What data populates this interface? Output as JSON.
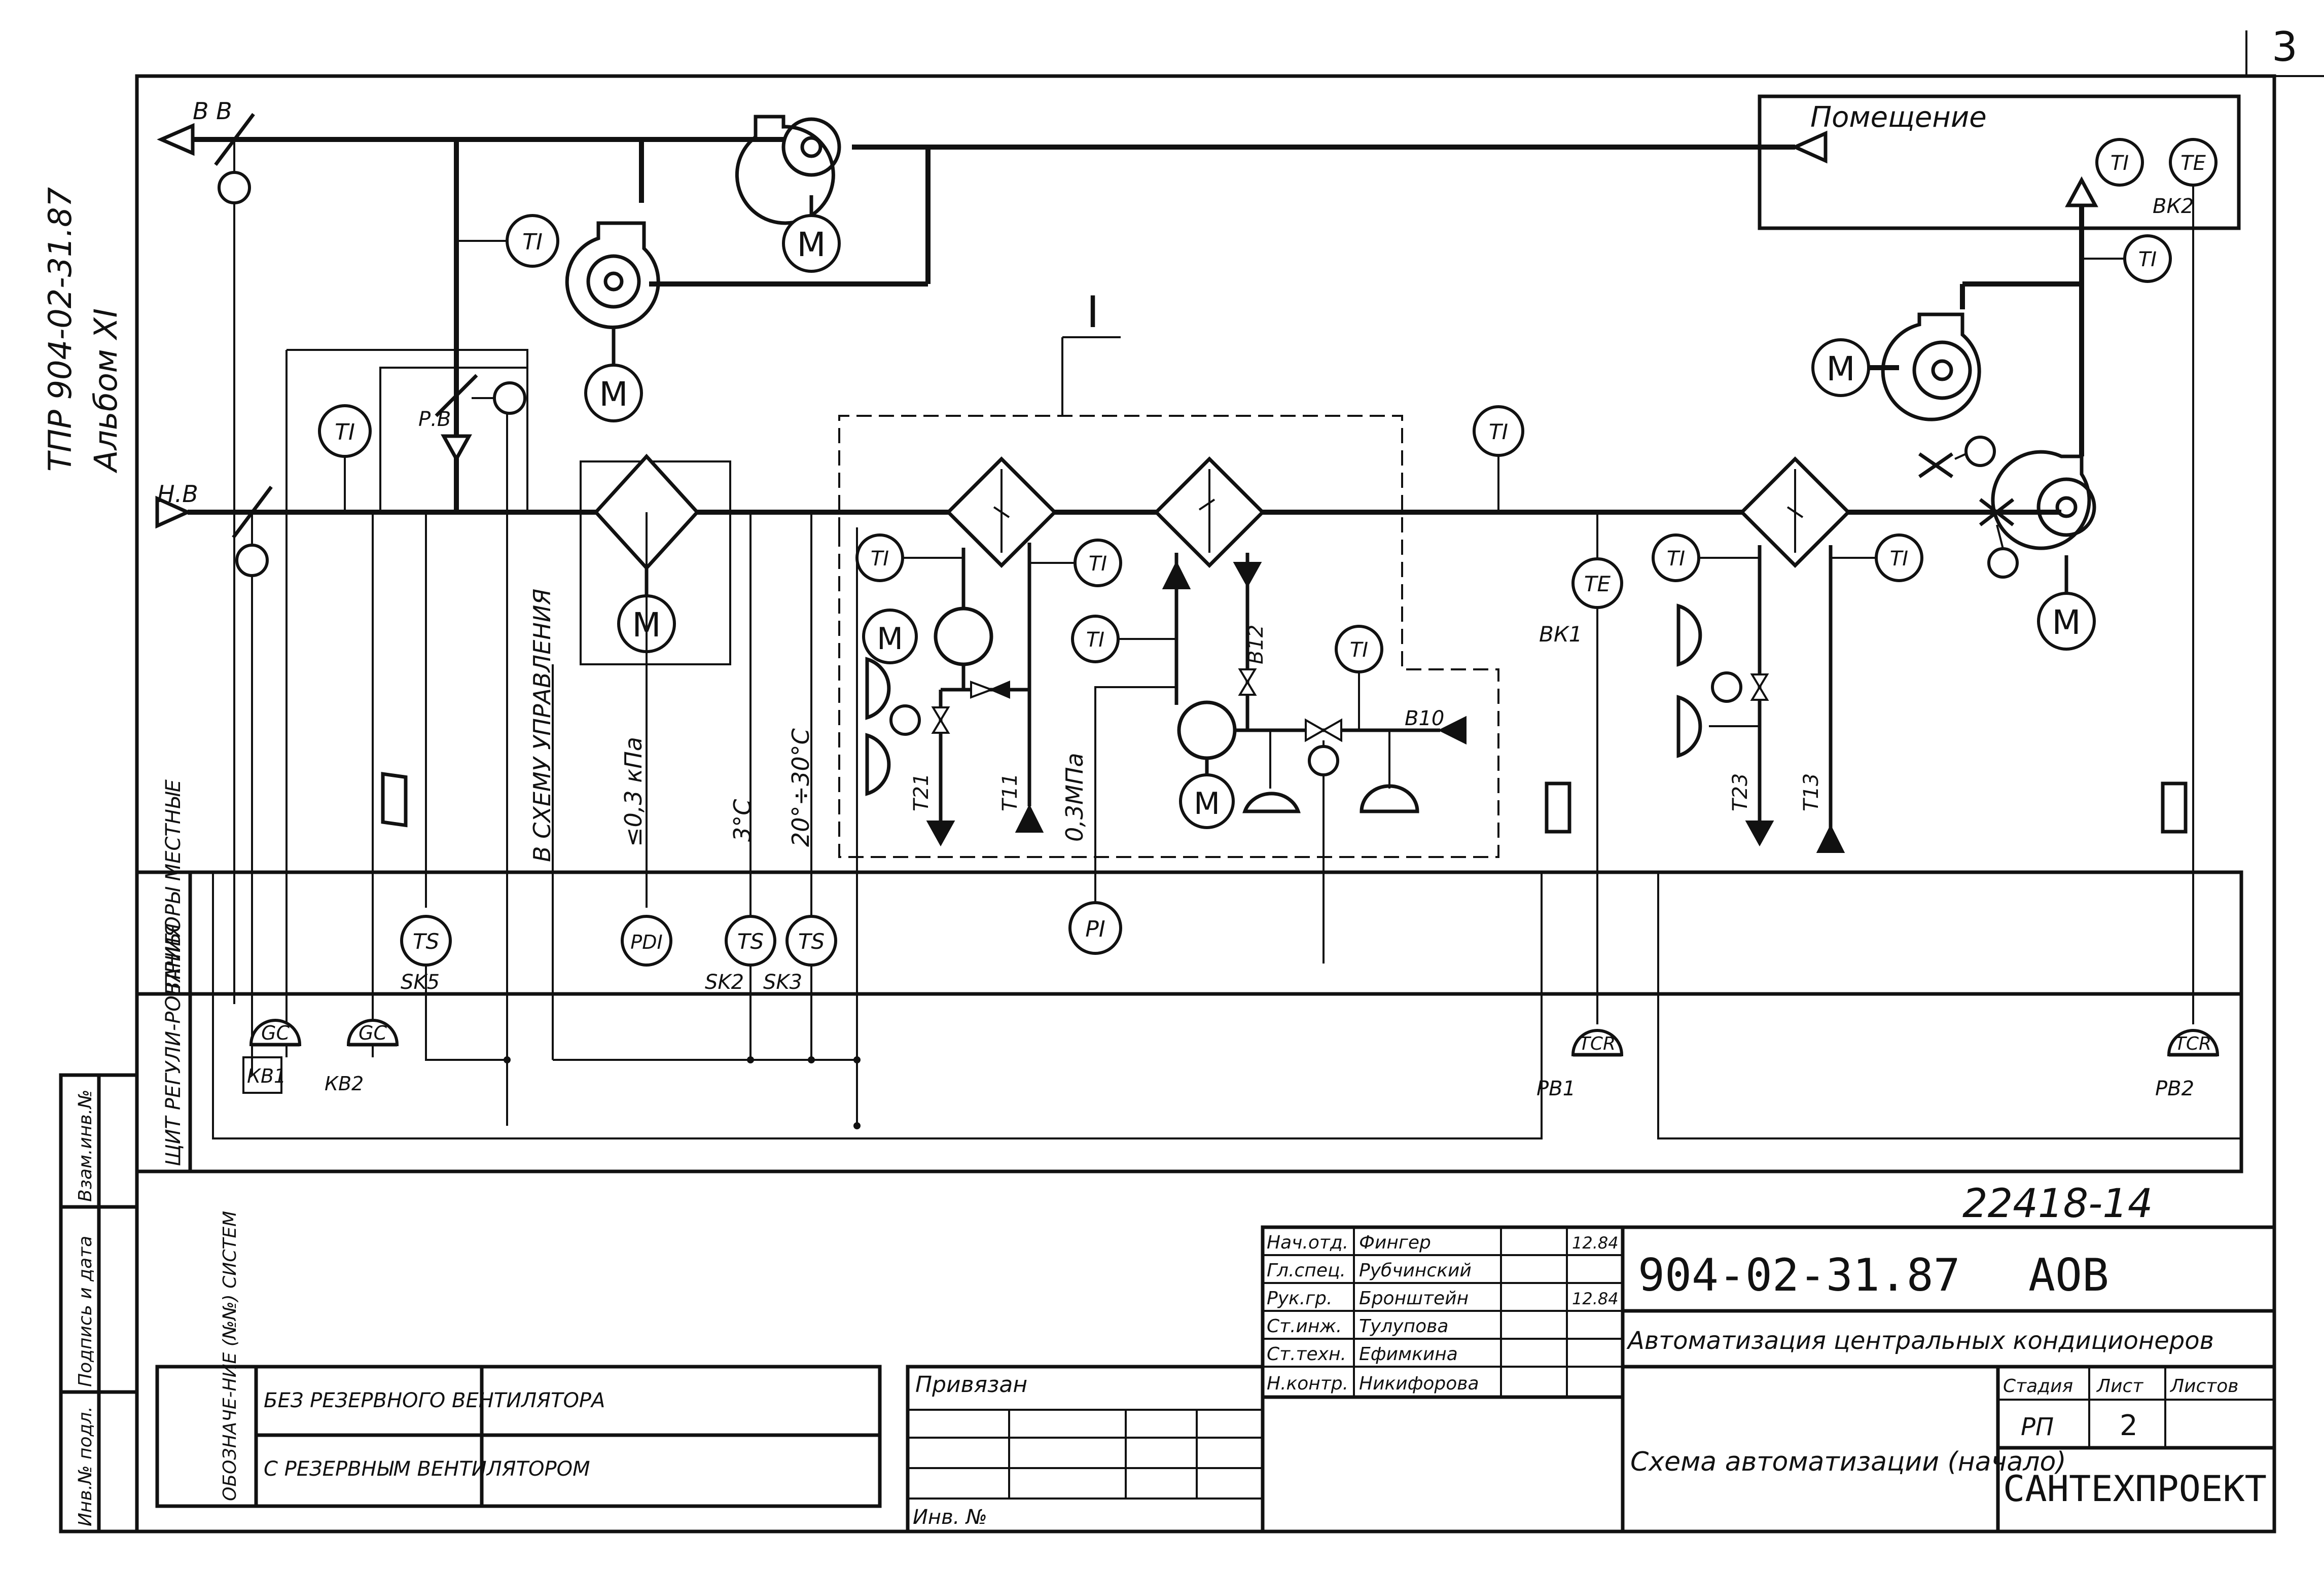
{
  "sheet_corner_number": "3",
  "side_title": {
    "code": "ТПР 904-02-31.87",
    "album": "Альбом XI"
  },
  "air_labels": {
    "exhaust_air": "В В",
    "outside_air": "Н.В",
    "room": "Помещение",
    "recirc_valve": "Р.В"
  },
  "section_mark": "I",
  "instrument_codes": {
    "ti": "ТI",
    "te": "ТЕ",
    "ts": "ТS",
    "pdi": "PDI",
    "pi": "PI",
    "gc": "GC",
    "tcr": "TCR",
    "motor": "М"
  },
  "position_labels": {
    "bk2": "ВК2",
    "bk1": "ВК1",
    "sk5": "SK5",
    "sk2": "SK2",
    "sk3": "SK3",
    "kb1": "КВ1",
    "kb2": "КВ2",
    "pb1": "РВ1",
    "pb2": "РВ2",
    "b10": "В10",
    "b12": "В12",
    "t21": "Т21",
    "t11": "Т11",
    "t23": "Т23",
    "t13": "Т13"
  },
  "vertical_notes": {
    "control_scheme": "В СХЕМУ УПРАВЛЕНИЯ",
    "pressure": "≤0,3 кПа",
    "temp_3": "3°С",
    "temp_range": "20°÷30°С",
    "pressure_mpa": "0,3МПа"
  },
  "row_labels": {
    "local_instruments": "ПРИБОРЫ МЕСТНЫЕ",
    "control_panel": "ЩИТ РЕГУЛИ-РОВАНИЯ"
  },
  "left_stamp": [
    "Инв.№ подл.",
    "Подпись и дата",
    "Взам.инв.№"
  ],
  "systems_table": {
    "header": "ОБОЗНАЧЕ-НИЕ (№№) СИСТЕМ",
    "rows": [
      "БЕЗ РЕЗЕРВНОГО ВЕНТИЛЯТОРА",
      "С РЕЗЕРВНЫМ ВЕНТИЛЯТОРОМ"
    ]
  },
  "binding_table": {
    "title": "Привязан",
    "inv_no": "Инв. №"
  },
  "stamp_number": "22418-14",
  "title_block": {
    "signatures": [
      {
        "role": "Нач.отд.",
        "name": "Фингер",
        "date": "12.84"
      },
      {
        "role": "Гл.спец.",
        "name": "Рубчинский",
        "date": ""
      },
      {
        "role": "Рук.гр.",
        "name": "Бронштейн",
        "date": "12.84"
      },
      {
        "role": "Ст.инж.",
        "name": "Тулупова",
        "date": ""
      },
      {
        "role": "Ст.техн.",
        "name": "Ефимкина",
        "date": ""
      },
      {
        "role": "Н.контр.",
        "name": "Никифорова",
        "date": ""
      }
    ],
    "project_code": "904-02-31.87",
    "mark": "АОВ",
    "project_title": "Автоматизация центральных кондиционеров",
    "sheet_title": "Схема автоматизации (начало)",
    "stage_header": "Стадия",
    "sheet_header": "Лист",
    "sheets_header": "Листов",
    "stage": "РП",
    "sheet": "2",
    "sheets": "",
    "organization": "САНТЕХПРОЕКТ"
  }
}
